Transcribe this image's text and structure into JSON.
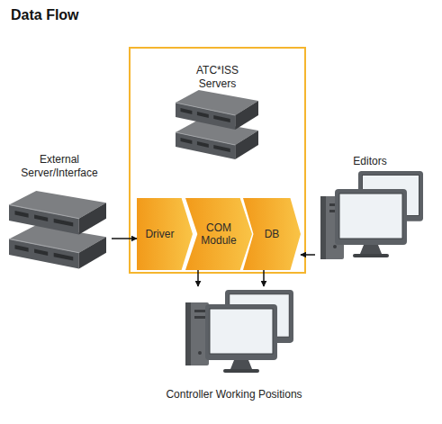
{
  "diagram": {
    "title": "Data Flow",
    "nodes": [
      {
        "text": [
          "External Server/Interface"
        ]
      },
      {
        "text": [
          "ATC*ISS Servers"
        ]
      },
      {
        "text": [
          "Driver"
        ],
        "in": 1
      },
      {
        "text": [
          "COM Module"
        ],
        "in": 1
      },
      {
        "text": [
          "DB"
        ],
        "in": 1
      },
      {
        "text": [
          "Editors"
        ]
      },
      {
        "text": [
          "Controller Working Positions"
        ]
      }
    ],
    "edges": [
      {
        "from": 0,
        "to": 2,
        "arrow": "to"
      },
      {
        "from": 5,
        "to": 4,
        "arrow": "to"
      },
      {
        "from": 3,
        "to": 6,
        "arrow": "to"
      },
      {
        "from": 4,
        "to": 6,
        "arrow": "to"
      }
    ]
  }
}
